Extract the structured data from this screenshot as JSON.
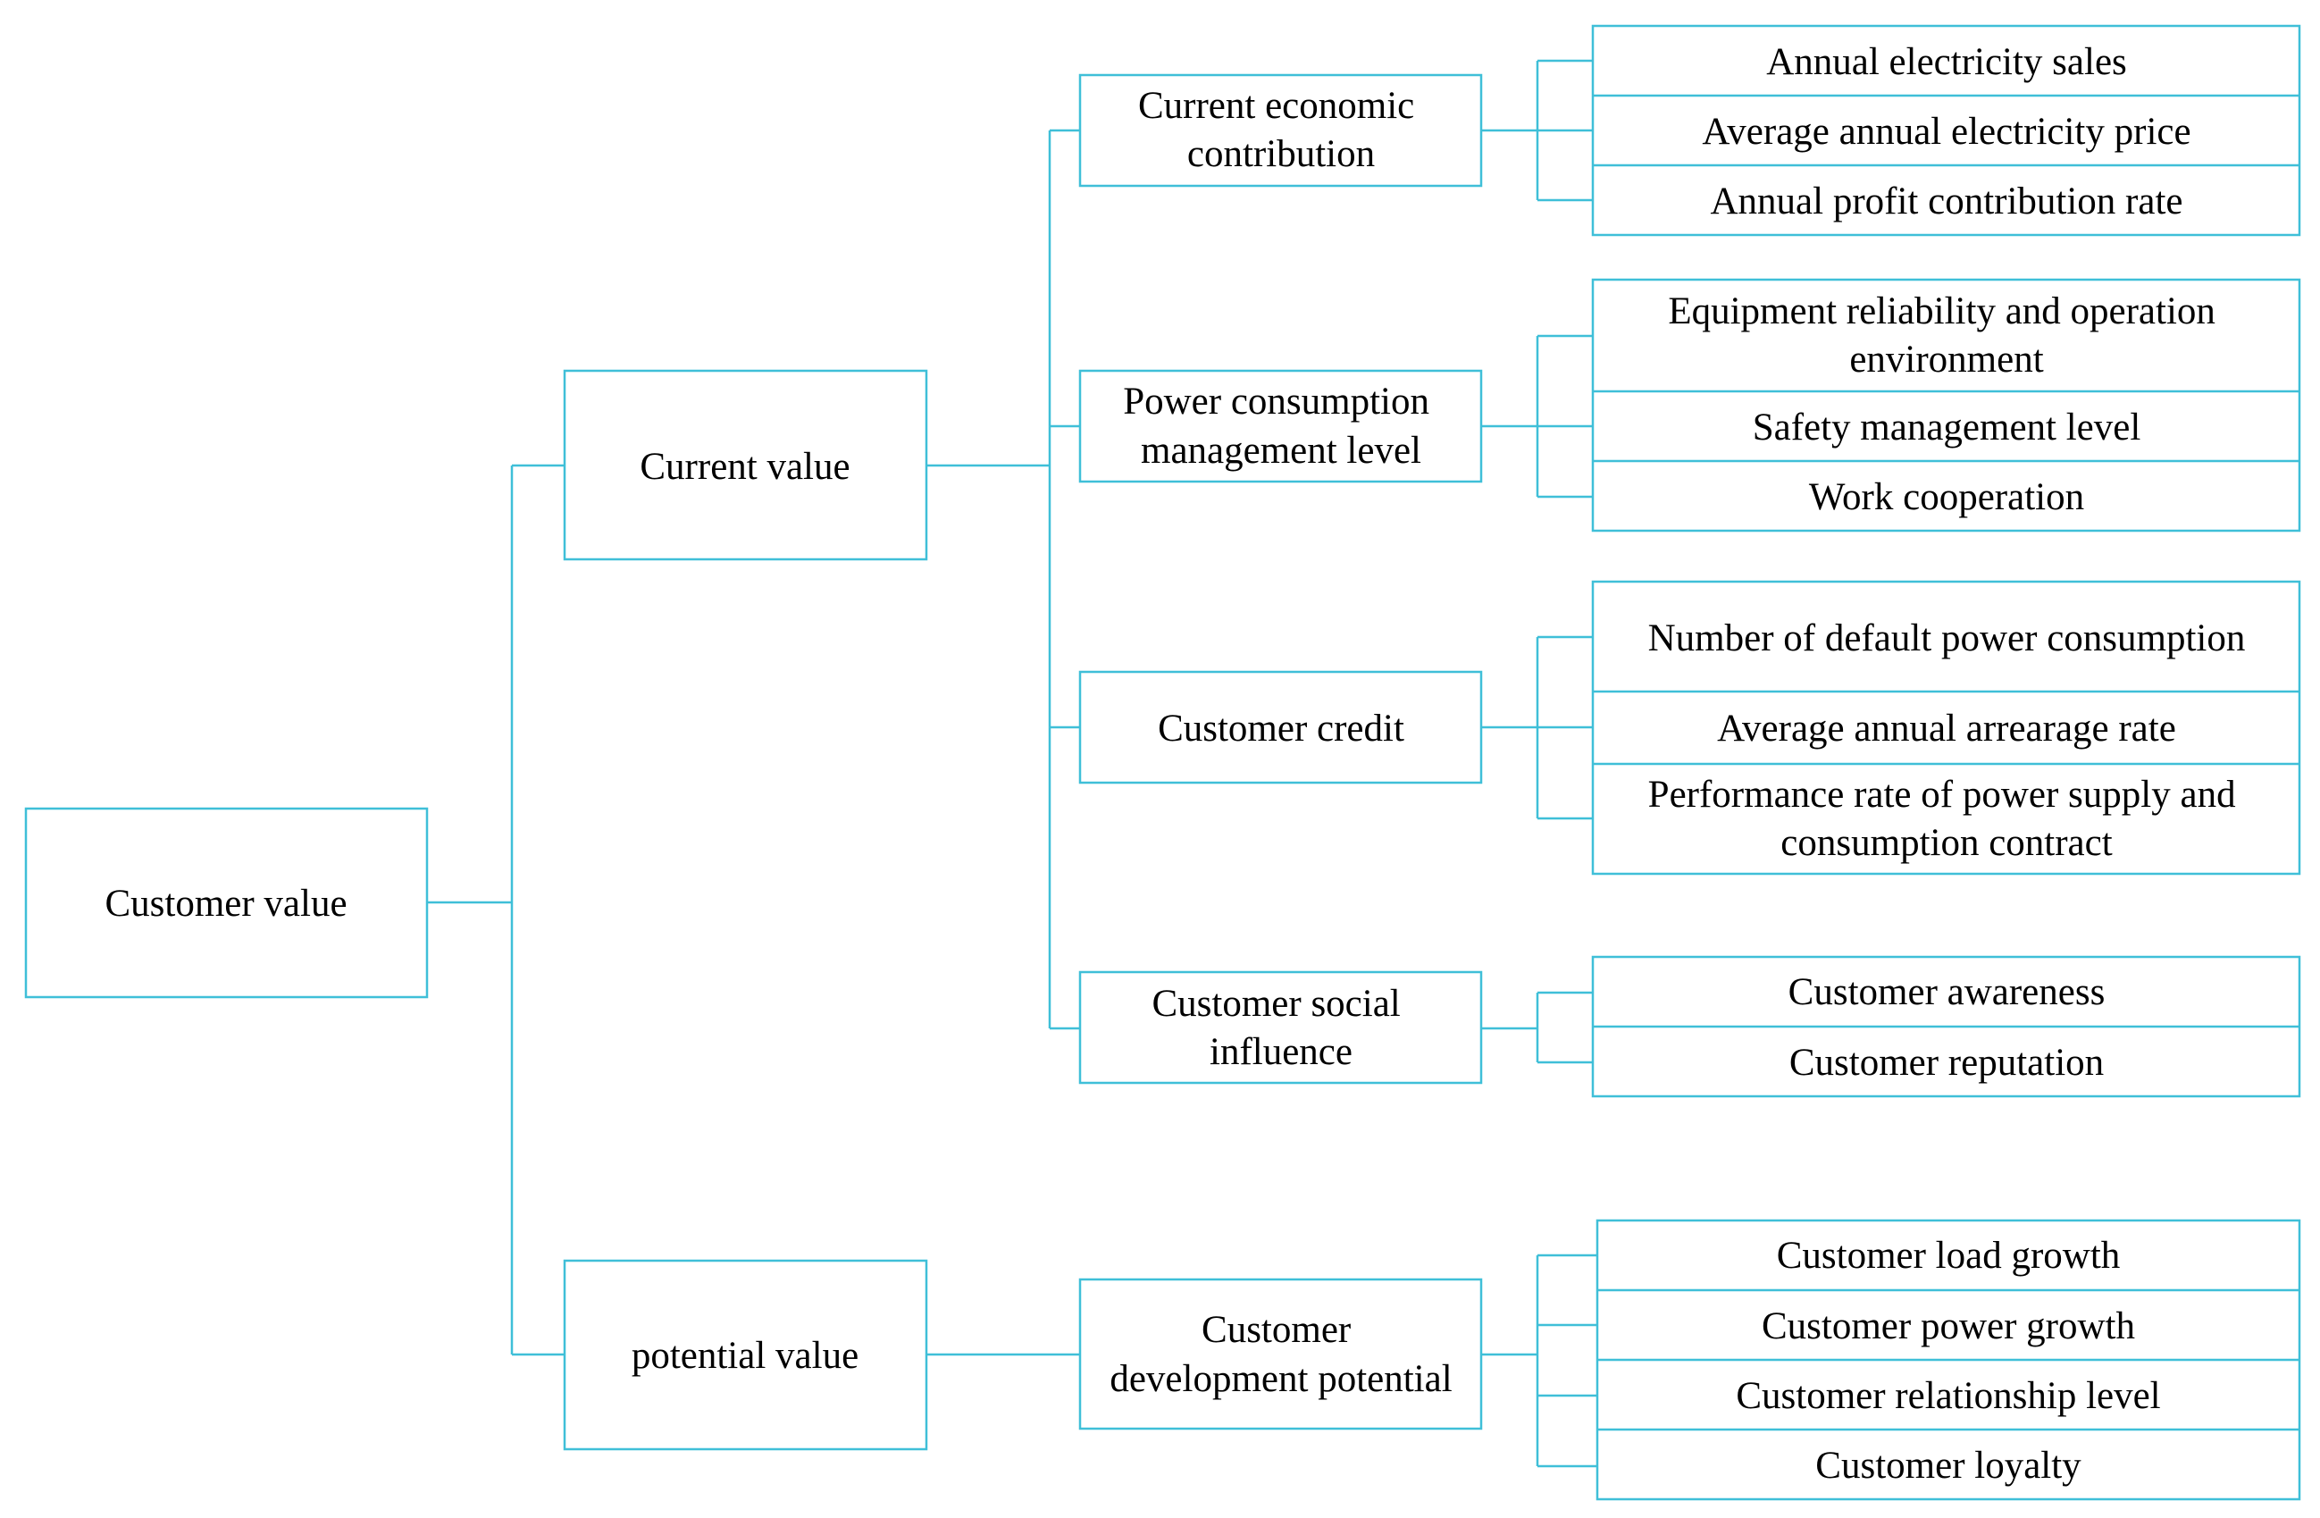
{
  "root": {
    "label": "Customer value"
  },
  "level1": [
    {
      "label": "Current value"
    },
    {
      "label": "potential value"
    }
  ],
  "level2": [
    {
      "lines": [
        "Current economic",
        "contribution"
      ]
    },
    {
      "lines": [
        "Power consumption",
        "management level"
      ]
    },
    {
      "lines": [
        "Customer credit"
      ]
    },
    {
      "lines": [
        "Customer social",
        "influence"
      ]
    },
    {
      "lines": [
        "Customer",
        "development potential"
      ]
    }
  ],
  "level3": [
    {
      "lines": [
        "Annual electricity sales"
      ]
    },
    {
      "lines": [
        "Average annual electricity price"
      ]
    },
    {
      "lines": [
        "Annual profit contribution rate"
      ]
    },
    {
      "lines": [
        "Equipment reliability and operation",
        "environment"
      ]
    },
    {
      "lines": [
        "Safety management level"
      ]
    },
    {
      "lines": [
        "Work cooperation"
      ]
    },
    {
      "lines": [
        "Number of default power consumption"
      ]
    },
    {
      "lines": [
        "Average annual arrearage rate"
      ]
    },
    {
      "lines": [
        "Performance rate of power supply and",
        "consumption contract"
      ]
    },
    {
      "lines": [
        "Customer awareness"
      ]
    },
    {
      "lines": [
        "Customer reputation"
      ]
    },
    {
      "lines": [
        "Customer load growth"
      ]
    },
    {
      "lines": [
        "Customer power growth"
      ]
    },
    {
      "lines": [
        "Customer relationship level"
      ]
    },
    {
      "lines": [
        "Customer loyalty"
      ]
    }
  ]
}
